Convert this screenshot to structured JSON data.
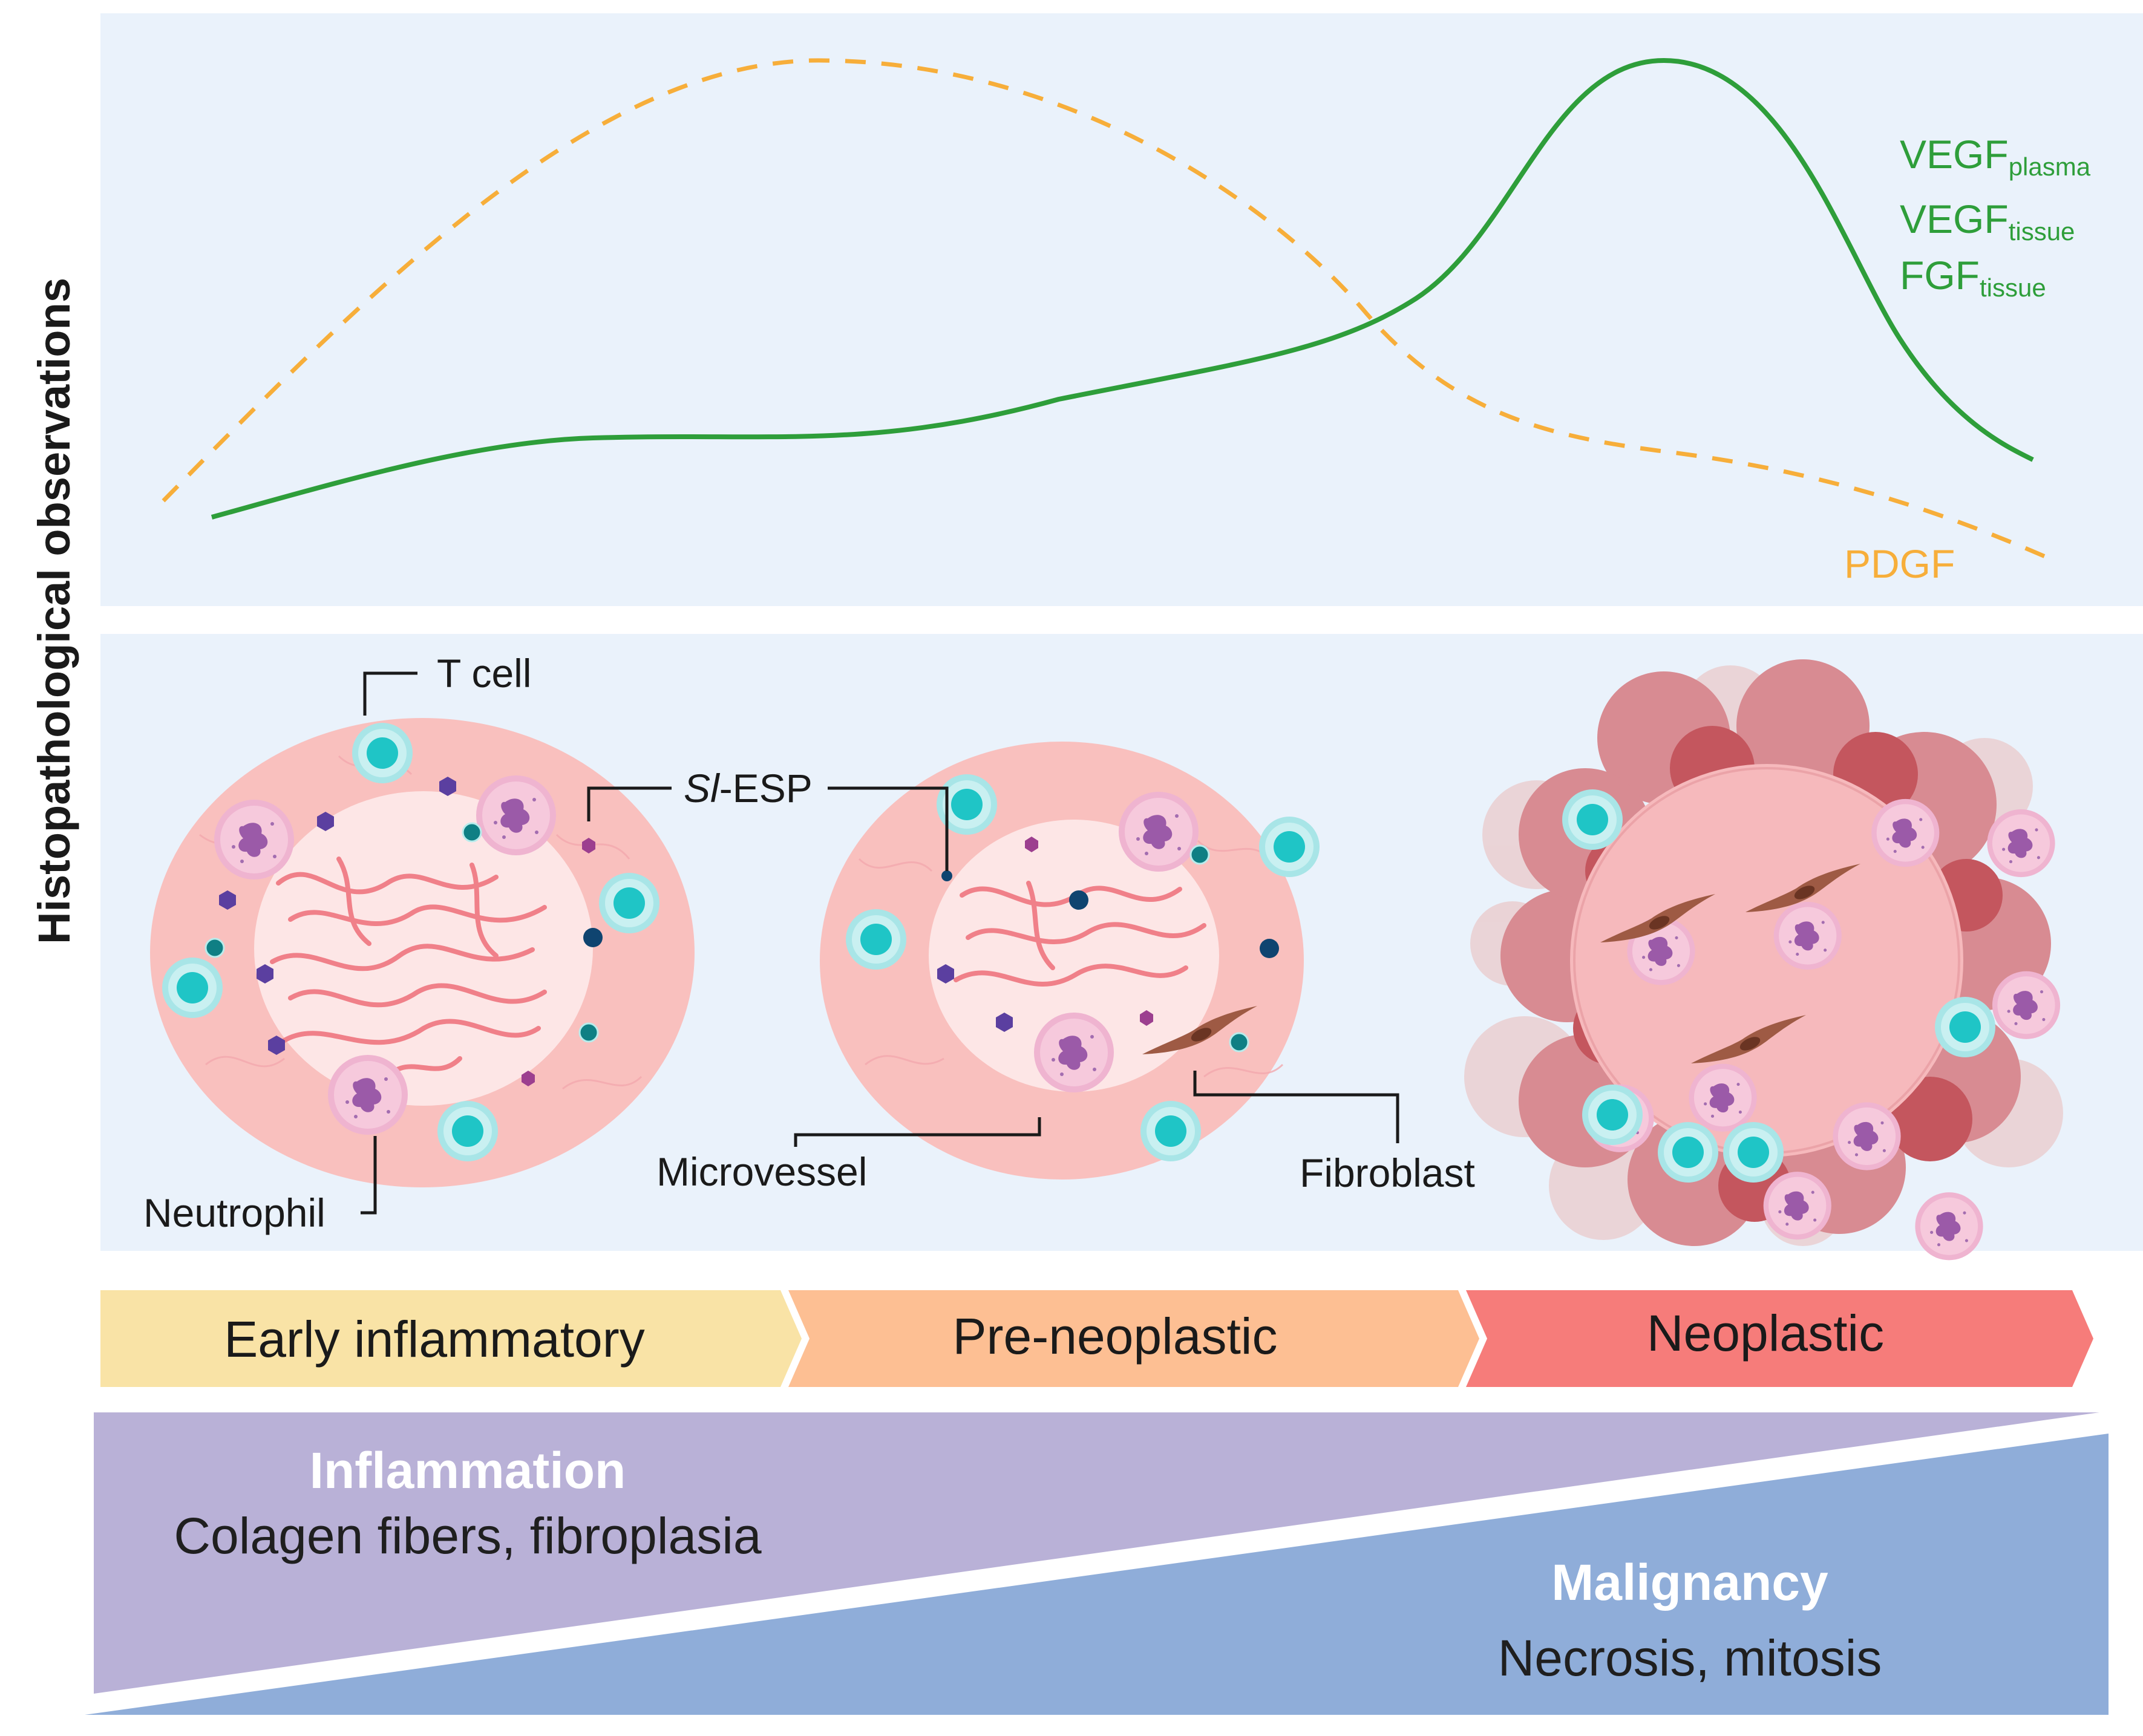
{
  "y_axis_title": "Histopathological observations",
  "curves": {
    "green_legend": [
      {
        "base": "VEGF",
        "sub": "plasma"
      },
      {
        "base": "VEGF",
        "sub": "tissue"
      },
      {
        "base": "FGF",
        "sub": "tissue"
      }
    ],
    "orange_legend": "PDGF",
    "colors": {
      "green": "#2e9e3a",
      "orange": "#f7ae3a"
    }
  },
  "callouts": {
    "t_cell": "T cell",
    "sl_esp_italic": "Sl",
    "sl_esp_rest": "-ESP",
    "microvessel": "Microvessel",
    "fibroblast": "Fibroblast",
    "neutrophil": "Neutrophil"
  },
  "stages": [
    {
      "label": "Early inflammatory",
      "color": "#f9e3a6"
    },
    {
      "label": "Pre-neoplastic",
      "color": "#fdbf93"
    },
    {
      "label": "Neoplastic",
      "color": "#f67c7a"
    }
  ],
  "gradient": {
    "inflammation_title": "Inflammation",
    "inflammation_text": "Colagen fibers, fibroplasia",
    "malignancy_title": "Malignancy",
    "malignancy_text": "Necrosis, mitosis",
    "colors": {
      "purple": "#b9b1d7",
      "blue": "#8fadd9"
    }
  }
}
